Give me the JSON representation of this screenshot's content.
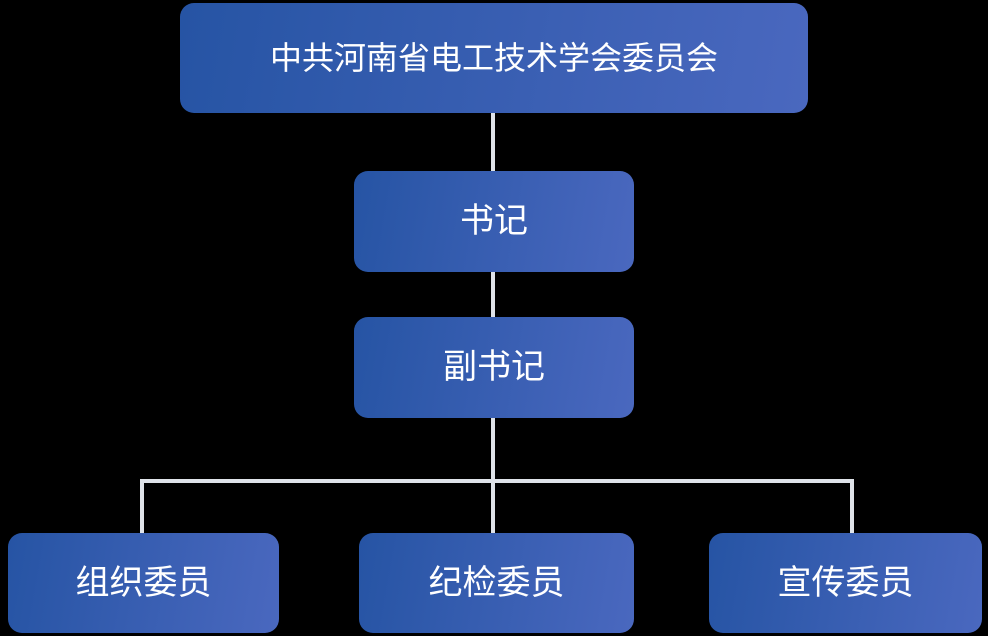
{
  "diagram": {
    "type": "org-chart",
    "background_color": "#000000",
    "node_gradient_start": "#2654a4",
    "node_gradient_end": "#4a68bf",
    "node_text_color": "#ffffff",
    "connector_color": "#dfe3e9"
  },
  "nodes": {
    "root": {
      "label": "中共河南省电工技术学会委员会",
      "level": 1
    },
    "secretary": {
      "label": "书记",
      "level": 2
    },
    "deputy_secretary": {
      "label": "副书记",
      "level": 3
    },
    "organization_member": {
      "label": "组织委员",
      "level": 4
    },
    "discipline_member": {
      "label": "纪检委员",
      "level": 4
    },
    "publicity_member": {
      "label": "宣传委员",
      "level": 4
    }
  },
  "edges": [
    {
      "from": "root",
      "to": "secretary"
    },
    {
      "from": "secretary",
      "to": "deputy_secretary"
    },
    {
      "from": "deputy_secretary",
      "to": "organization_member"
    },
    {
      "from": "deputy_secretary",
      "to": "discipline_member"
    },
    {
      "from": "deputy_secretary",
      "to": "publicity_member"
    }
  ]
}
